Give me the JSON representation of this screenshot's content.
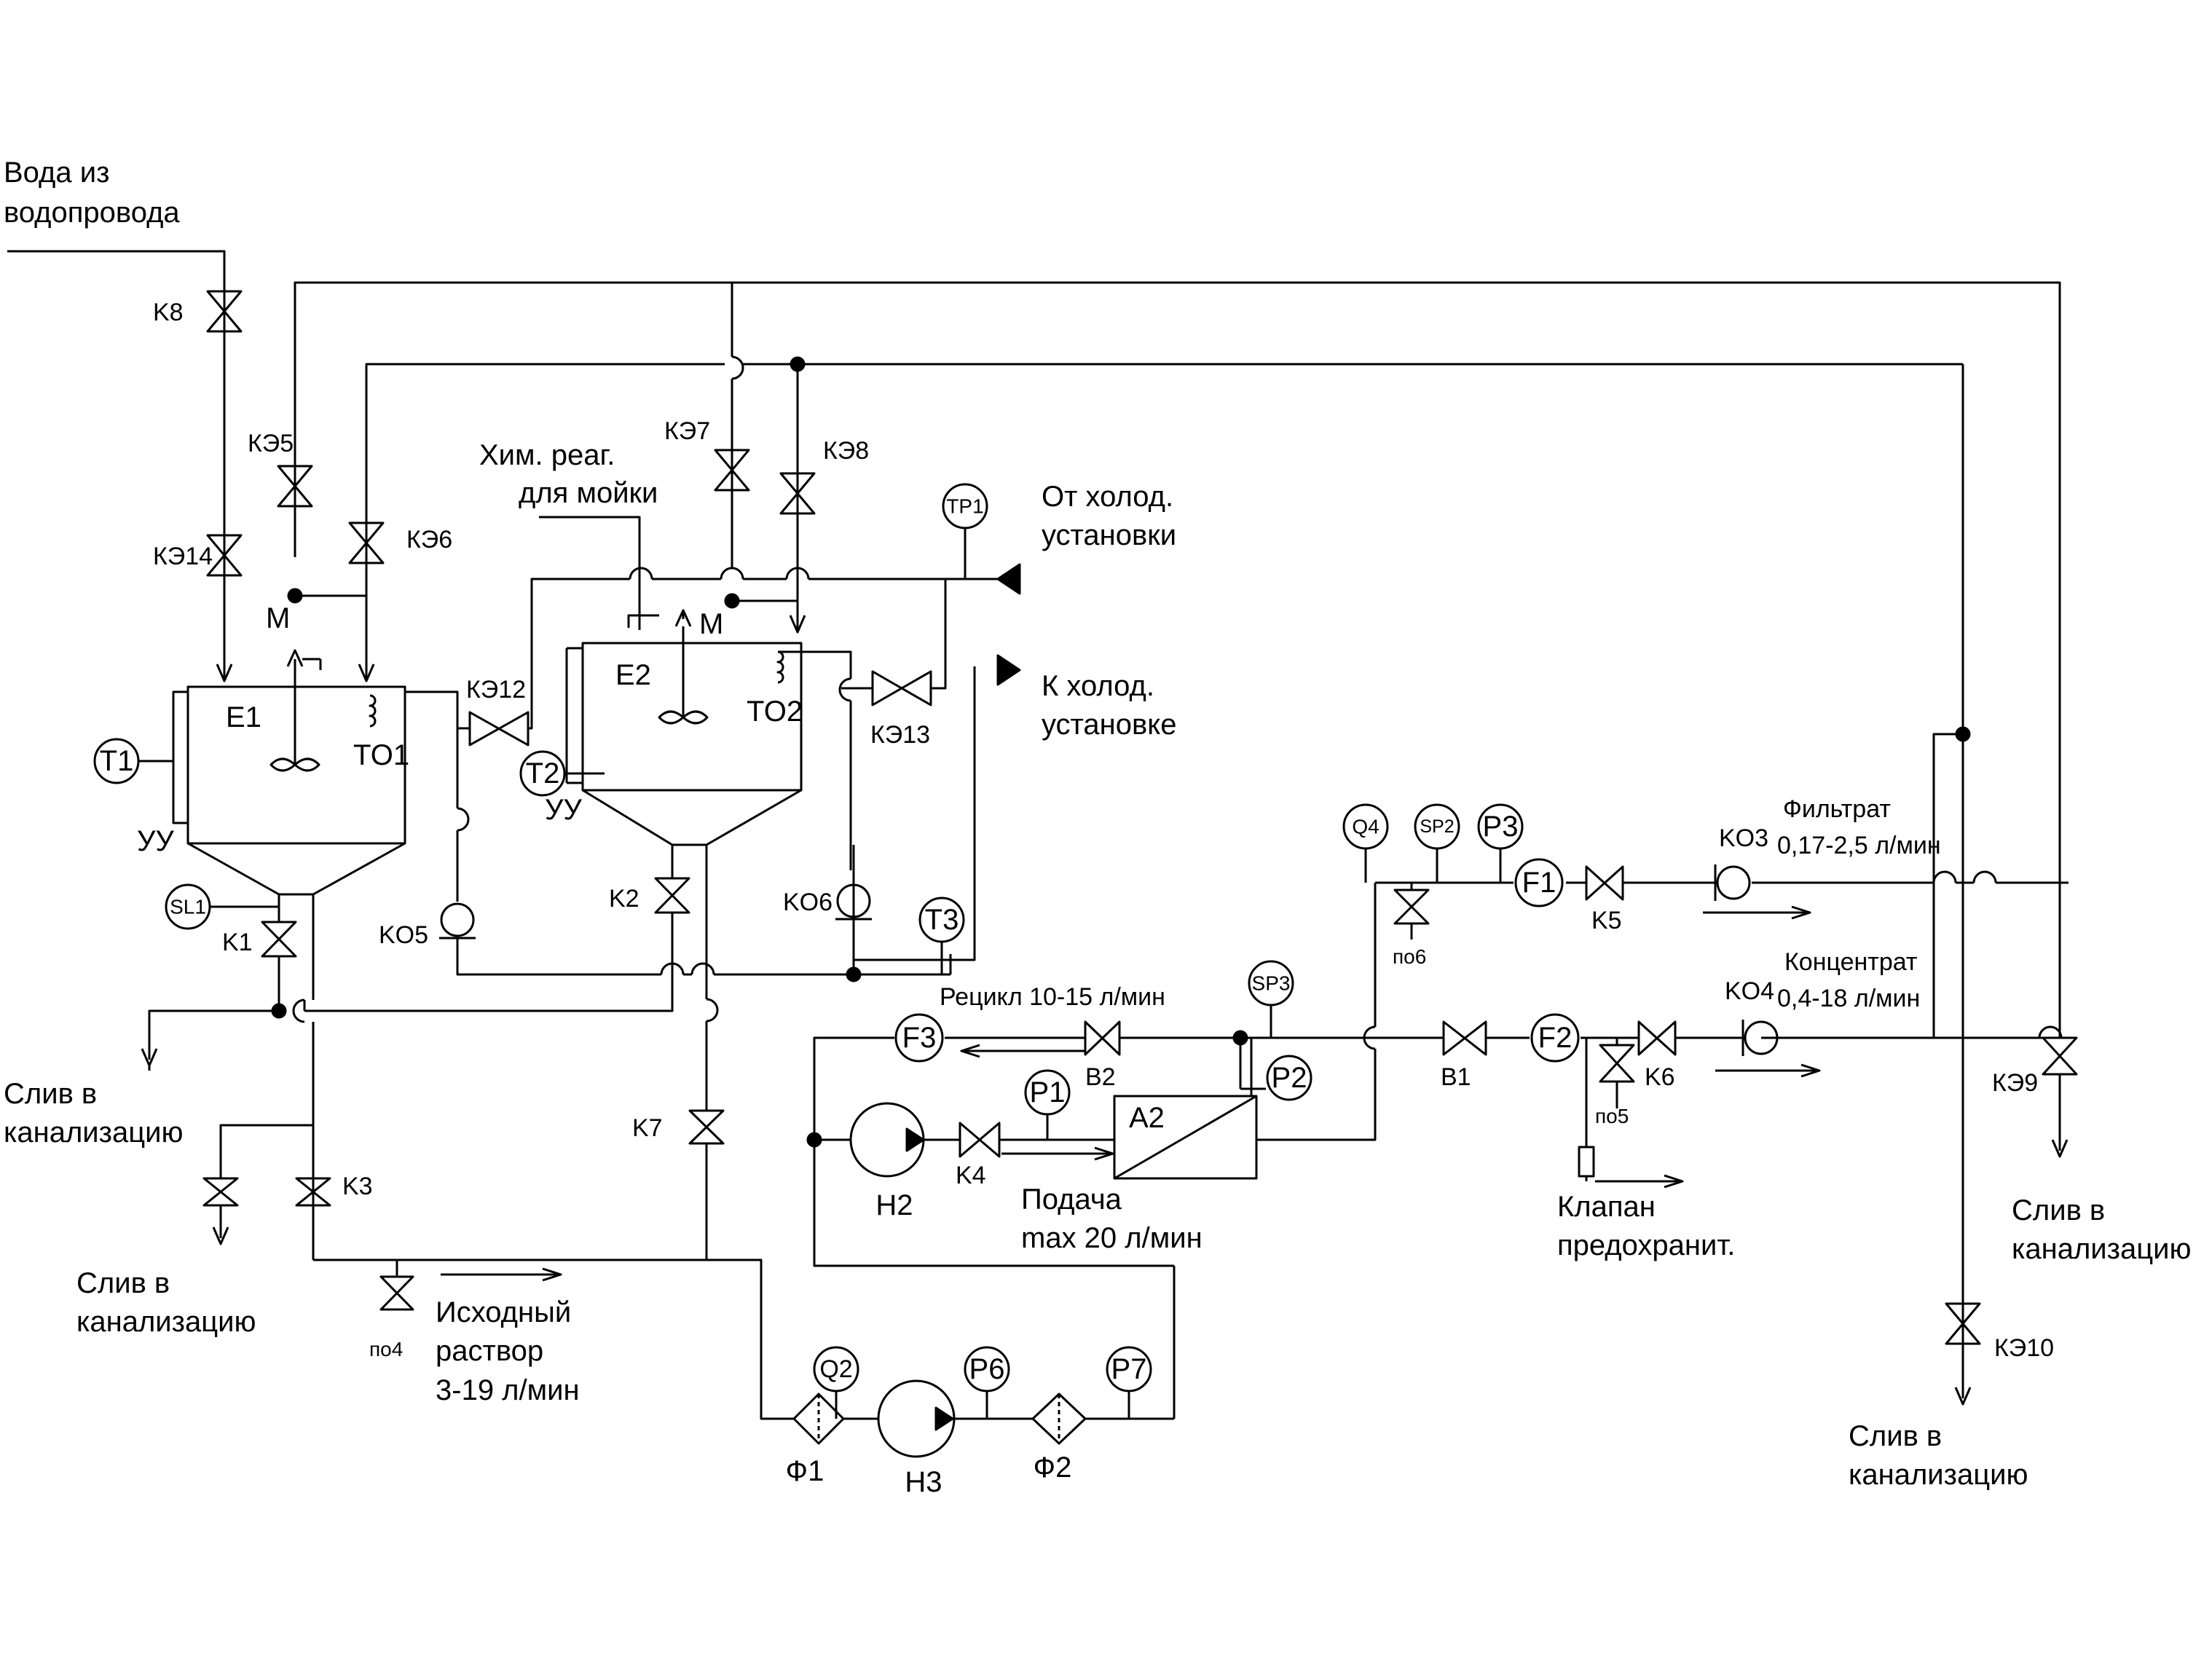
{
  "labels": {
    "water_inlet_1": "Вода из",
    "water_inlet_2": "водопровода",
    "chem_1": "Хим. реаг.",
    "chem_2": "для мойки",
    "from_chiller_1": "От холод.",
    "from_chiller_2": "установки",
    "to_chiller_1": "К холод.",
    "to_chiller_2": "установке",
    "drain_1": "Слив в",
    "drain_2": "канализацию",
    "source_1": "Исходный",
    "source_2": "раствор",
    "source_3": "3-19 л/мин",
    "feed_1": "Подача",
    "feed_2": "max 20 л/мин",
    "recycle": "Рецикл 10-15 л/мин",
    "filtrate_1": "Фильтрат",
    "filtrate_2": "0,17-2,5 л/мин",
    "concentrate_1": "Концентрат",
    "concentrate_2": "0,4-18 л/мин",
    "relief_1": "Клапан",
    "relief_2": "предохранит."
  },
  "tanks": {
    "e1": "E1",
    "e2": "E2"
  },
  "motors": {
    "m1": "M",
    "m2": "M"
  },
  "heat_exchangers": {
    "to1": "TO1",
    "to2": "TO2"
  },
  "control_units": {
    "uu1": "УУ",
    "uu2": "УУ"
  },
  "membrane": "A2",
  "pumps": {
    "h2": "Н2",
    "h3": "Н3"
  },
  "filters": {
    "f1": "Ф1",
    "f2": "Ф2"
  },
  "instruments": {
    "t1": "T1",
    "t2": "T2",
    "t3": "T3",
    "tp1": "TP1",
    "sl1": "SL1",
    "q2": "Q2",
    "q4": "Q4",
    "sp2": "SP2",
    "sp3": "SP3",
    "p1": "P1",
    "p2": "P2",
    "p3": "P3",
    "p6": "P6",
    "p7": "P7",
    "flow_f1": "F1",
    "flow_f2": "F2",
    "flow_f3": "F3"
  },
  "valves": {
    "k8": "K8",
    "k1": "K1",
    "k2": "K2",
    "k3": "K3",
    "k4": "K4",
    "k5": "K5",
    "k6": "K6",
    "k7": "K7",
    "ke5": "КЭ5",
    "ke6": "КЭ6",
    "ke7": "КЭ7",
    "ke8": "КЭ8",
    "ke9": "КЭ9",
    "ke10": "КЭ10",
    "ke12": "КЭ12",
    "ke13": "КЭ13",
    "ke14": "КЭ14",
    "b1": "B1",
    "b2": "B2",
    "po4": "по4",
    "po5": "по5",
    "po6": "по6"
  },
  "check_valves": {
    "ko3": "KO3",
    "ko4": "KO4",
    "ko5": "KO5",
    "ko6": "KO6"
  }
}
